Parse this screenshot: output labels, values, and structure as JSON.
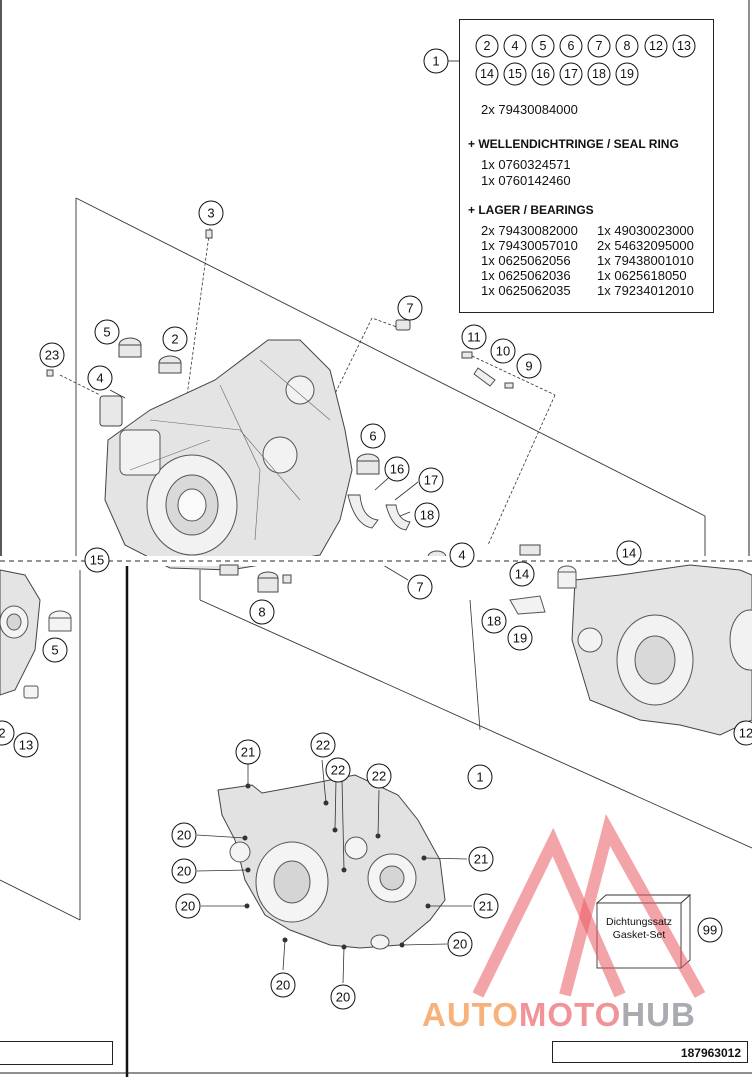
{
  "parts_box": {
    "callout": "1",
    "included_row1": [
      "2",
      "4",
      "5",
      "6",
      "7",
      "8",
      "12",
      "13"
    ],
    "included_row2": [
      "14",
      "15",
      "16",
      "17",
      "18",
      "19"
    ],
    "screws_line": "2x 79430084000",
    "seal_header": "+ WELLENDICHTRINGE /  SEAL RING",
    "seal_lines": [
      "1x 0760324571",
      "1x 0760142460"
    ],
    "bearing_header": "+ LAGER / BEARINGS",
    "bearing_left": [
      "2x 79430082000",
      "1x 79430057010",
      "1x 0625062056",
      "1x 0625062036",
      "1x 0625062035"
    ],
    "bearing_right": [
      "1x 49030023000",
      "2x 54632095000",
      "1x 79438001010",
      "1x 0625618050",
      "1x 79234012010"
    ]
  },
  "callouts": {
    "c3": "3",
    "c5": "5",
    "c2": "2",
    "c23": "23",
    "c4": "4",
    "c7": "7",
    "c11": "11",
    "c10": "10",
    "c9": "9",
    "c6": "6",
    "c16": "16",
    "c17": "17",
    "c18": "18",
    "c15": "15",
    "c4b": "4",
    "c14": "14",
    "c14b": "14",
    "c7b": "7",
    "c8": "8",
    "c18b": "18",
    "c19": "19",
    "c12": "12",
    "c5b": "5",
    "c2b": "2",
    "c13": "13",
    "c1b": "1",
    "c21a": "21",
    "c22a": "22",
    "c22b": "22",
    "c22c": "22",
    "c20a": "20",
    "c20b": "20",
    "c20c": "20",
    "c21b": "21",
    "c21c": "21",
    "c20d": "20",
    "c20e": "20",
    "c20f": "20",
    "c99": "99"
  },
  "gasket_set": {
    "line1": "Dichtungssatz",
    "line2": "Gasket-Set"
  },
  "document_number": "187963012",
  "watermark": {
    "part_a": "AUTO",
    "part_b": "MOTO",
    "part_c": "HUB"
  }
}
